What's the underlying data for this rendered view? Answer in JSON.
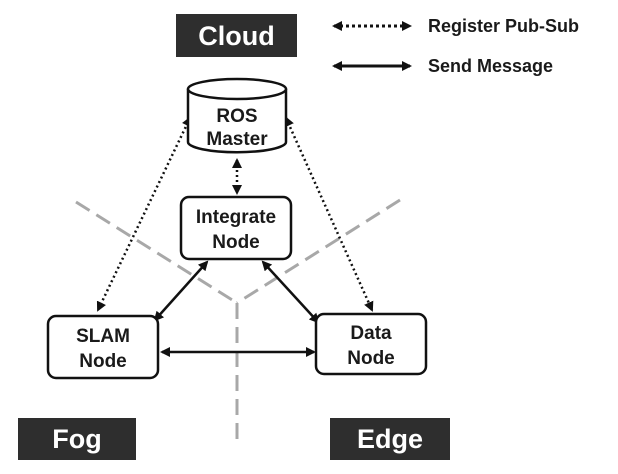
{
  "legend": {
    "register": "Register Pub-Sub",
    "send": "Send Message"
  },
  "tiers": {
    "cloud": "Cloud",
    "fog": "Fog",
    "edge": "Edge"
  },
  "nodes": {
    "ros_master": {
      "line1": "ROS",
      "line2": "Master"
    },
    "integrate": {
      "line1": "Integrate",
      "line2": "Node"
    },
    "slam": {
      "line1": "SLAM",
      "line2": "Node"
    },
    "data": {
      "line1": "Data",
      "line2": "Node"
    }
  },
  "colors": {
    "tier_label_bg": "#2e2e2e",
    "divider": "#a8a8a8",
    "stroke": "#111111"
  }
}
